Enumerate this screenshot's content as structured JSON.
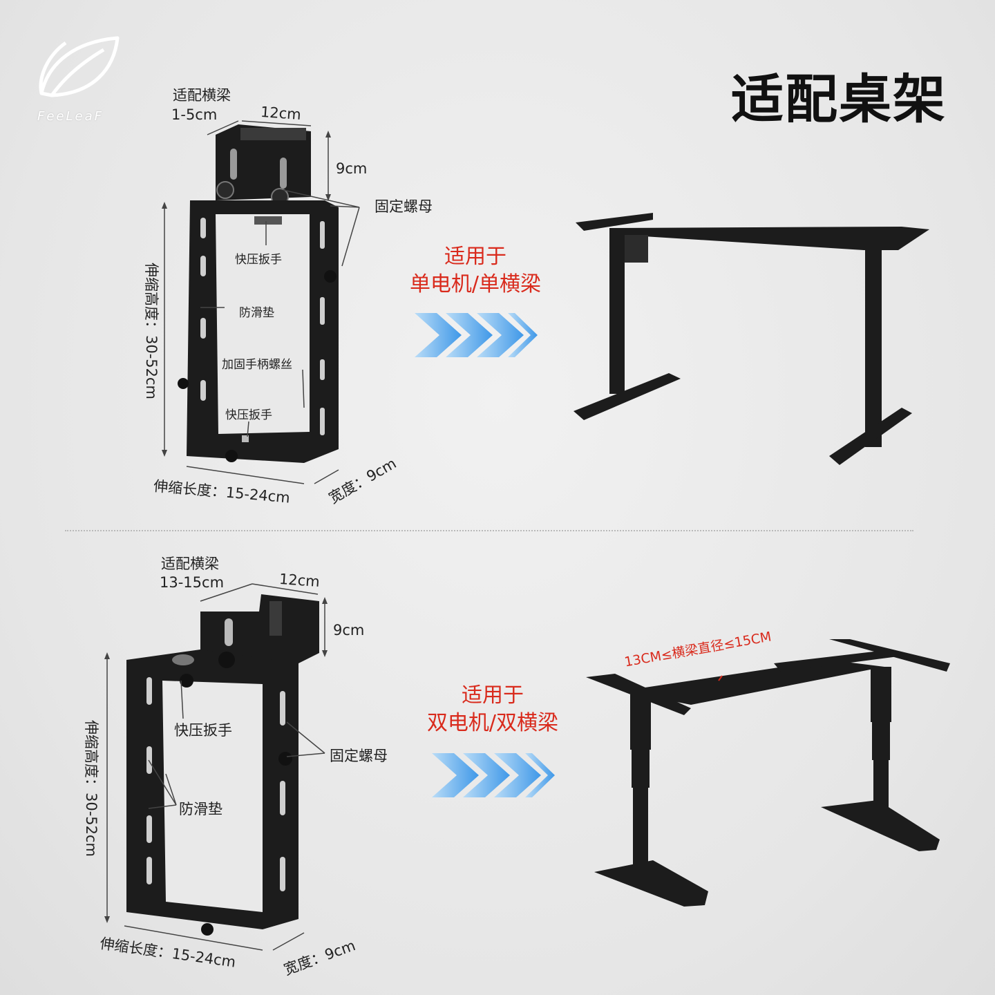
{
  "page": {
    "title": "适配桌架",
    "brand": "FeeLeaF",
    "colors": {
      "accent_red": "#d92a1c",
      "arrow_blue": "#3f98e8",
      "metal": "#1c1c1c"
    }
  },
  "section1": {
    "beam_label": "适配横梁",
    "beam_range": "1-5cm",
    "width_top": "12cm",
    "height_top": "9cm",
    "fixing_nut": "固定螺母",
    "quick_wrench_top": "快压扳手",
    "anti_slip": "防滑垫",
    "handle_screw": "加固手柄螺丝",
    "quick_wrench_bottom": "快压扳手",
    "height_range": "伸缩高度：30-52cm",
    "length_range": "伸缩长度：15-24cm",
    "depth": "宽度：9cm",
    "applies_to": "适用于",
    "applies_type": "单电机/单横梁",
    "arrow_icon": "chevron-arrows-icon"
  },
  "section2": {
    "beam_label": "适配横梁",
    "beam_range": "13-15cm",
    "width_top": "12cm",
    "height_top": "9cm",
    "quick_wrench": "快压扳手",
    "fixing_nut": "固定螺母",
    "anti_slip": "防滑垫",
    "height_range": "伸缩高度：30-52cm",
    "length_range": "伸缩长度：15-24cm",
    "depth": "宽度：9cm",
    "applies_to": "适用于",
    "applies_type": "双电机/双横梁",
    "beam_diameter": "13CM≤横梁直径≤15CM",
    "arrow_icon": "chevron-arrows-icon"
  }
}
